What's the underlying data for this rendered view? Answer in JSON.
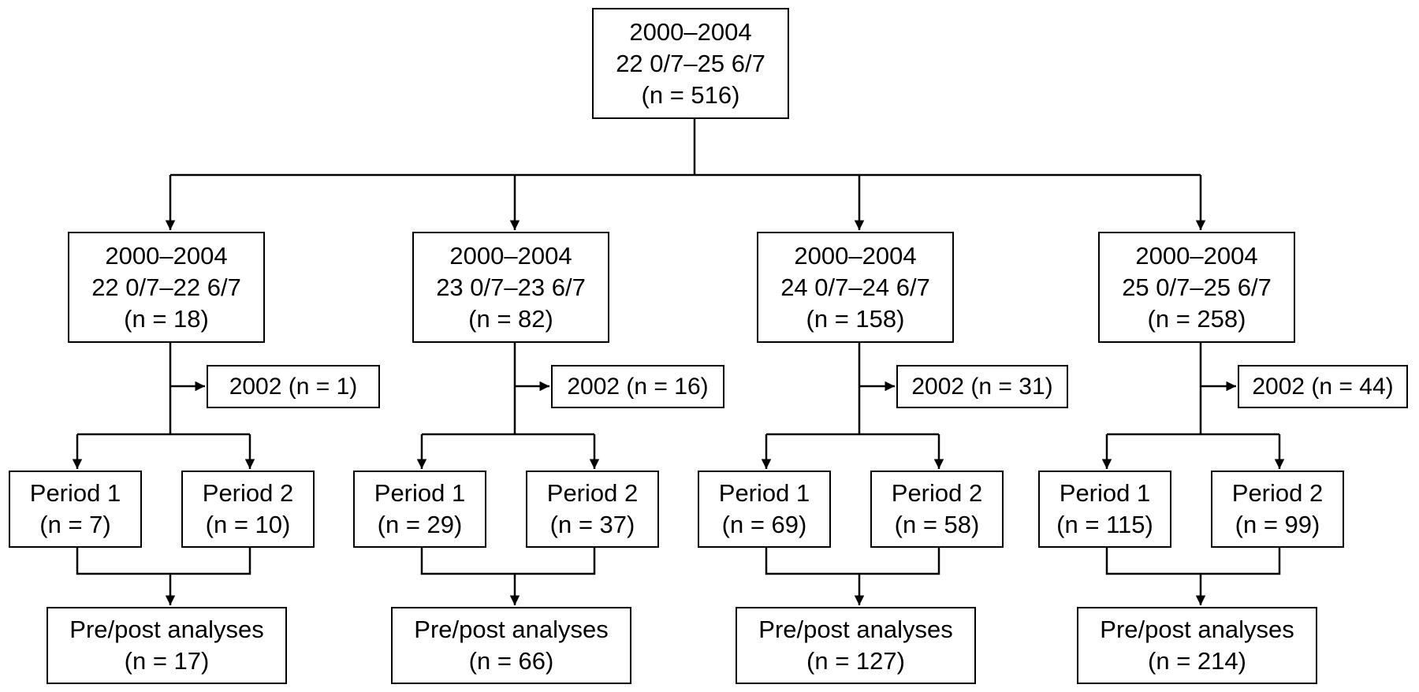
{
  "root": {
    "years": "2000–2004",
    "range": "22 0/7–25 6/7",
    "n": "(n = 516)"
  },
  "groups": [
    {
      "years": "2000–2004",
      "range": "22 0/7–22 6/7",
      "n": "(n = 18)",
      "excluded": "2002 (n = 1)",
      "period1": {
        "label": "Period 1",
        "n": "(n = 7)"
      },
      "period2": {
        "label": "Period 2",
        "n": "(n = 10)"
      },
      "analysis": {
        "label": "Pre/post analyses",
        "n": "(n = 17)"
      }
    },
    {
      "years": "2000–2004",
      "range": "23 0/7–23 6/7",
      "n": "(n = 82)",
      "excluded": "2002 (n = 16)",
      "period1": {
        "label": "Period 1",
        "n": "(n = 29)"
      },
      "period2": {
        "label": "Period 2",
        "n": "(n = 37)"
      },
      "analysis": {
        "label": "Pre/post analyses",
        "n": "(n = 66)"
      }
    },
    {
      "years": "2000–2004",
      "range": "24 0/7–24 6/7",
      "n": "(n = 158)",
      "excluded": "2002 (n = 31)",
      "period1": {
        "label": "Period 1",
        "n": "(n = 69)"
      },
      "period2": {
        "label": "Period 2",
        "n": "(n = 58)"
      },
      "analysis": {
        "label": "Pre/post analyses",
        "n": "(n = 127)"
      }
    },
    {
      "years": "2000–2004",
      "range": "25 0/7–25 6/7",
      "n": "(n = 258)",
      "excluded": "2002 (n = 44)",
      "period1": {
        "label": "Period 1",
        "n": "(n = 115)"
      },
      "period2": {
        "label": "Period 2",
        "n": "(n = 99)"
      },
      "analysis": {
        "label": "Pre/post analyses",
        "n": "(n = 214)"
      }
    }
  ]
}
